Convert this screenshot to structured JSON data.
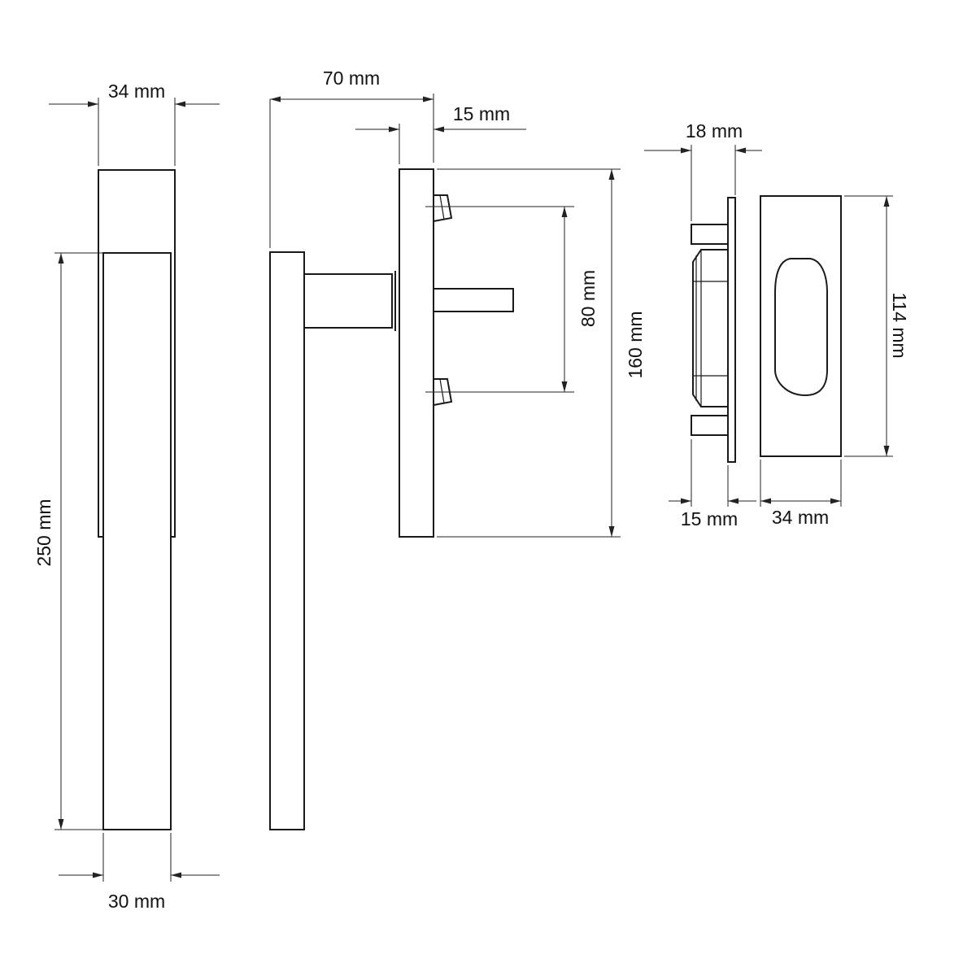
{
  "dimensions": {
    "front_top_width": "34 mm",
    "front_height": "250 mm",
    "front_bottom_width": "30 mm",
    "side_projection": "70 mm",
    "side_rose_depth": "15 mm",
    "side_screw_spacing": "80 mm",
    "side_rose_height": "160 mm",
    "cover_clip_depth": "18 mm",
    "cover_base_depth": "15 mm",
    "cover_width": "34 mm",
    "cover_height": "114 mm"
  }
}
